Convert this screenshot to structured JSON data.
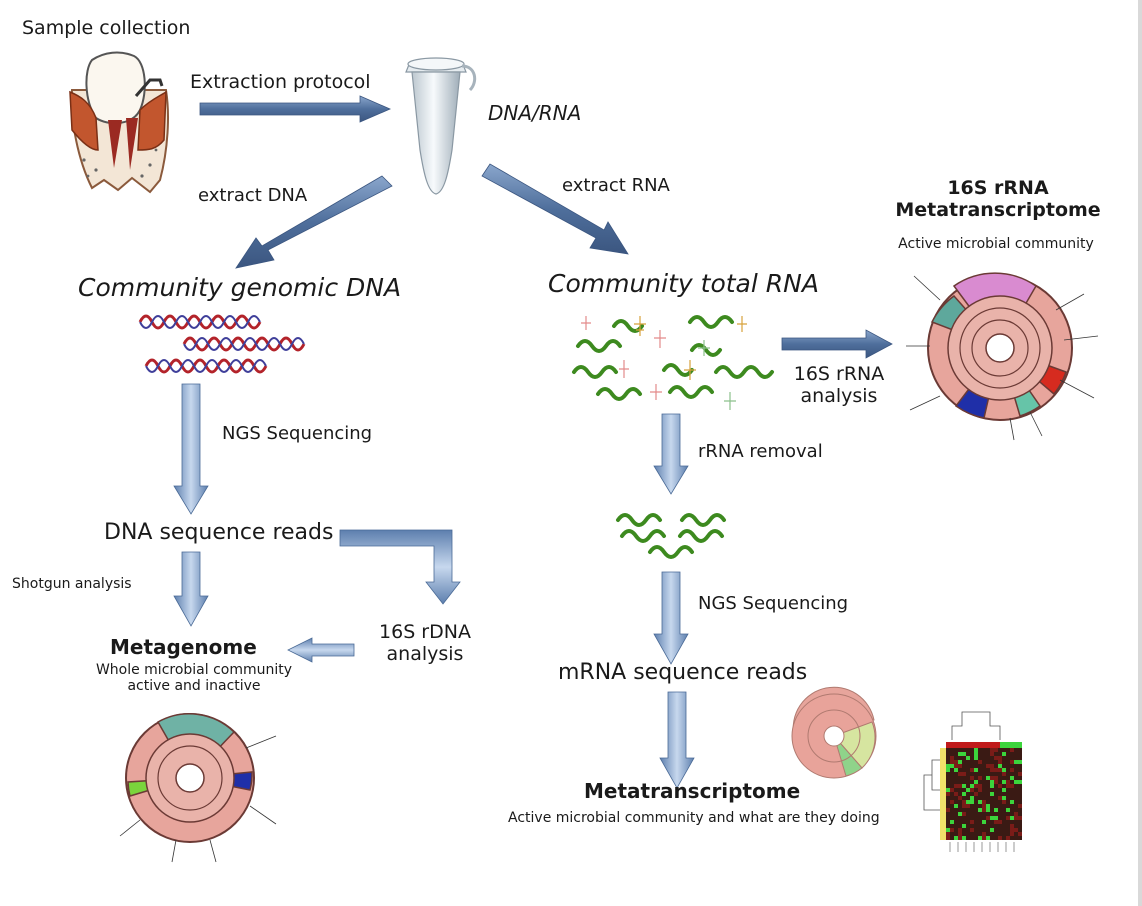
{
  "labels": {
    "sample_collection": "Sample collection",
    "extraction_protocol": "Extraction protocol",
    "dna_rna": "DNA/RNA",
    "extract_dna": "extract DNA",
    "extract_rna": "extract RNA",
    "community_genomic_dna": "Community genomic DNA",
    "community_total_rna": "Community total RNA",
    "ngs_sequencing_dna": "NGS Sequencing",
    "dna_sequence_reads": "DNA sequence reads",
    "shotgun_analysis": "Shotgun analysis",
    "rdna_analysis_line1": "16S rDNA",
    "rdna_analysis_line2": "analysis",
    "metagenome": "Metagenome",
    "metagenome_desc_line1": "Whole microbial community",
    "metagenome_desc_line2": "active and inactive",
    "rrna_analysis_line1": "16S rRNA",
    "rrna_analysis_line2": "analysis",
    "rrna_removal": "rRNA removal",
    "ngs_sequencing_rna": "NGS Sequencing",
    "mrna_sequence_reads": "mRNA sequence reads",
    "metatranscriptome": "Metatranscriptome",
    "metatranscriptome_desc": "Active microbial community and what are they doing",
    "rrna_metatranscriptome_line1": "16S rRNA",
    "rrna_metatranscriptome_line2": "Metatranscriptome",
    "rrna_metatranscriptome_desc": "Active microbial community"
  },
  "icons": {
    "tooth": "tooth-illustration-icon",
    "tube": "microcentrifuge-tube-icon",
    "dna": "dna-double-helix-icon",
    "rna": "rna-strand-icon",
    "krona": "krona-sunburst-chart-icon",
    "heatmap": "expression-heatmap-icon"
  },
  "colors": {
    "arrow_dark": "#4f6f9c",
    "arrow_light": "#8fb0d6",
    "krona_pink": "#e8a39a",
    "krona_teal": "#5fa79a",
    "krona_magenta": "#d97fcf",
    "krona_red": "#d62b1f",
    "krona_blue": "#1f2fa8",
    "krona_green": "#7ad43c",
    "heatmap_green": "#3cd43c",
    "heatmap_red": "#c01a1a",
    "rna_green": "#3d8a1f"
  }
}
